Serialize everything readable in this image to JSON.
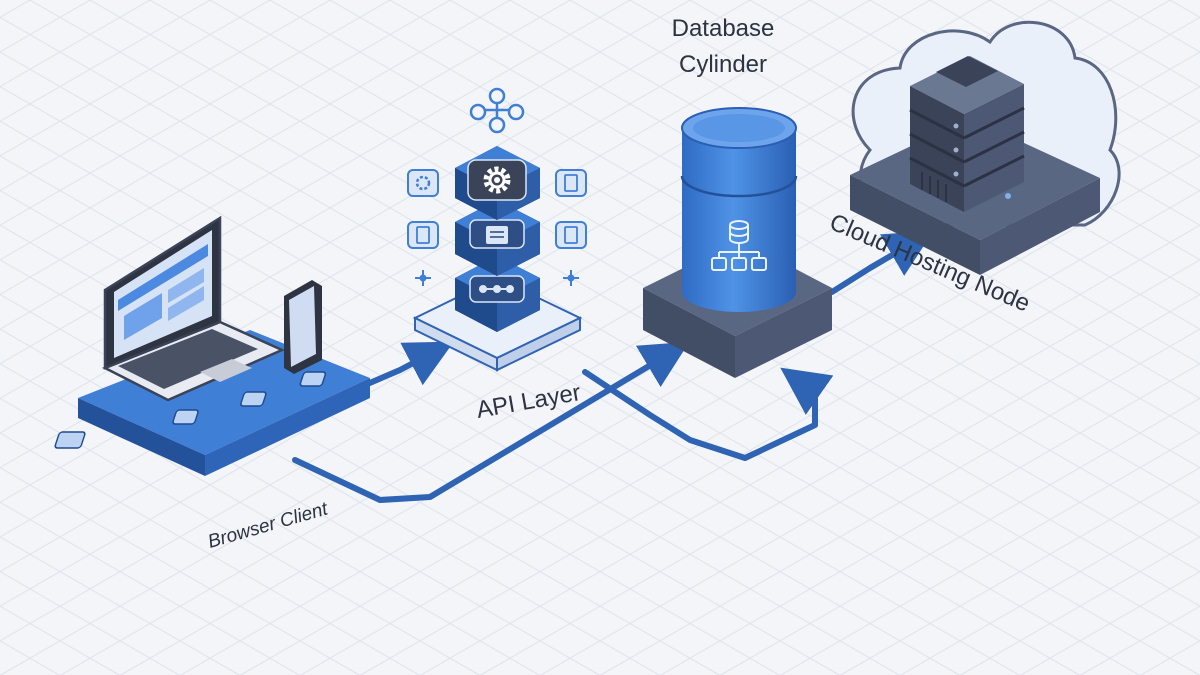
{
  "diagram": {
    "labels": {
      "browser_client": "Browser Client",
      "api_layer": "API Layer",
      "database_line1": "Database",
      "database_line2": "Cylinder",
      "cloud_node": "Cloud Hosting Node"
    },
    "colors": {
      "background": "#f3f5f8",
      "grid": "#dfe4ec",
      "primary_blue": "#3f7fd6",
      "dark_blue": "#24529a",
      "navy": "#2e4f86",
      "slate": "#5a6782",
      "slate_dark": "#424d66",
      "pale_blue": "#dbe6f7",
      "arrow": "#2f63b3"
    },
    "icons": {
      "laptop": "laptop-icon",
      "phone": "smartphone-icon",
      "gear": "gear-icon",
      "document": "document-icon",
      "network": "network-icon",
      "database": "database-icon",
      "hierarchy": "hierarchy-icon",
      "server": "server-rack-icon",
      "cloud": "cloud-icon"
    }
  }
}
